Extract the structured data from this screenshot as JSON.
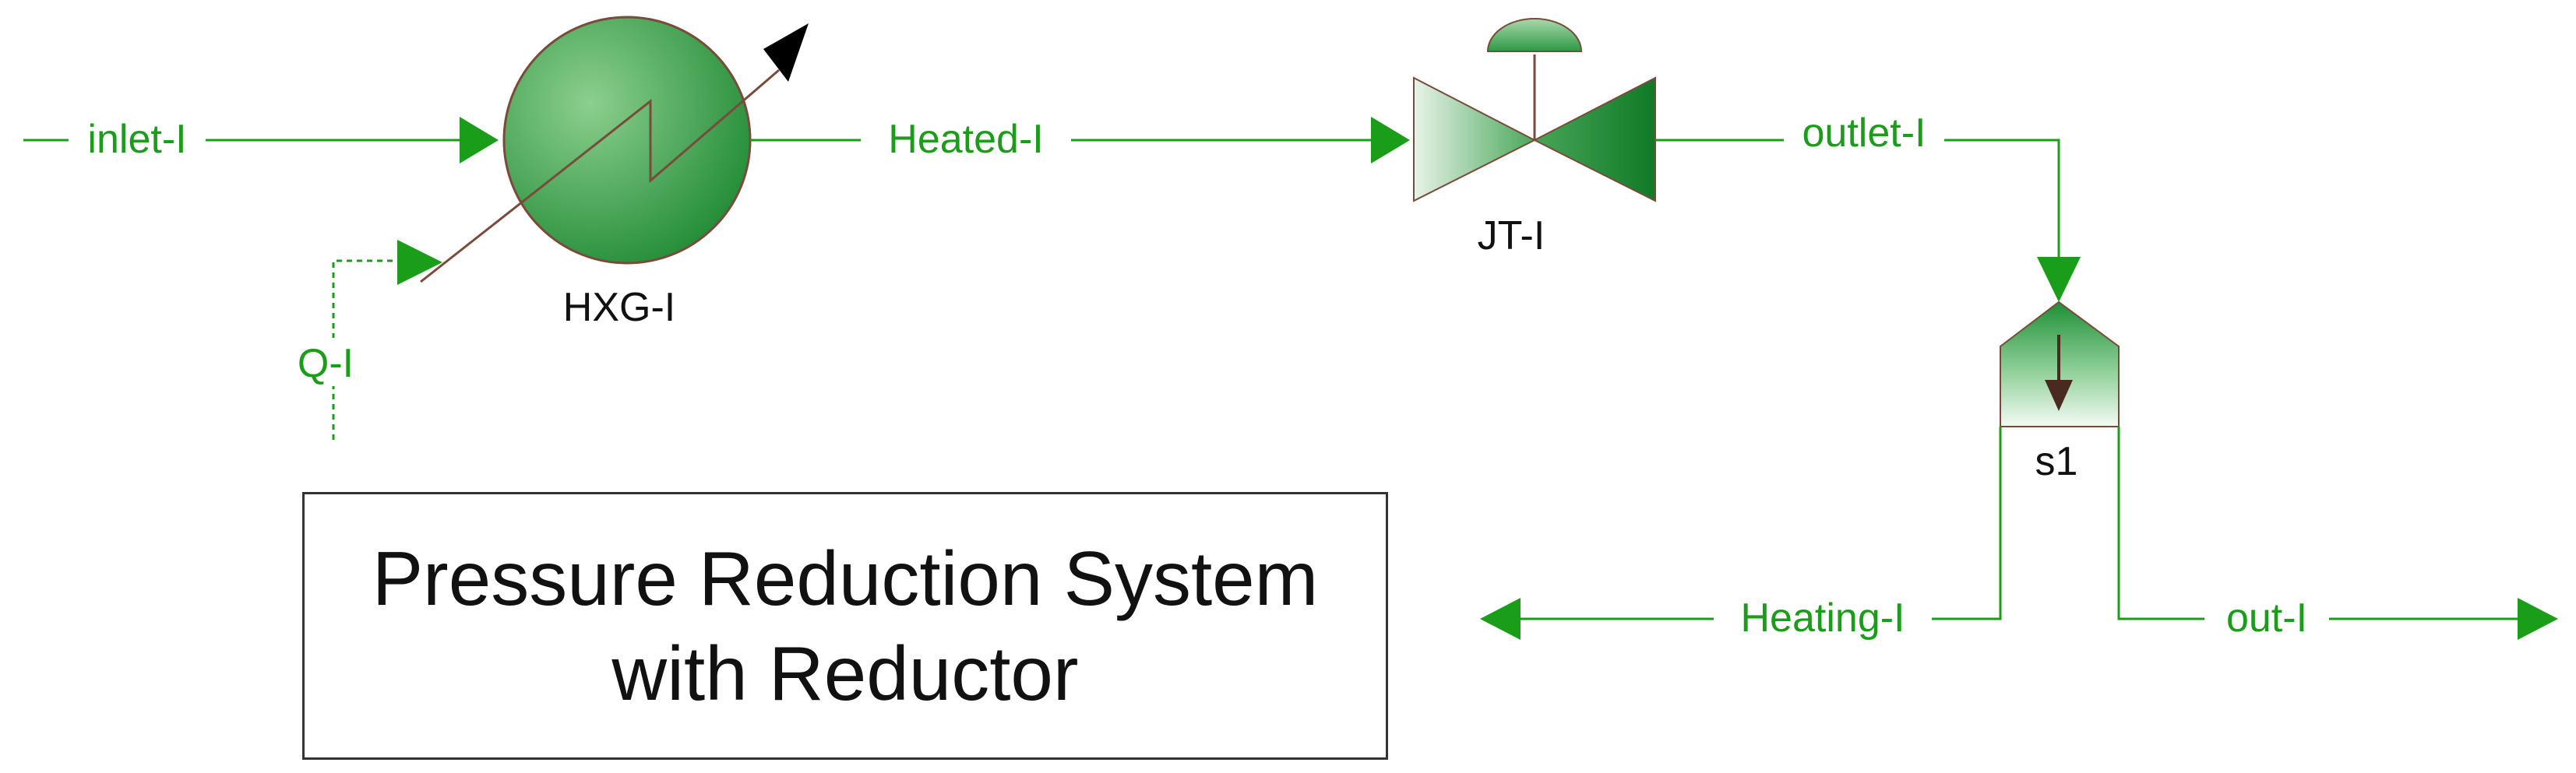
{
  "colors": {
    "stream": "#1a9e1a",
    "equipment_dark": "#1e8a2e",
    "equipment_light": "#c9e4cc",
    "outline": "#7a4a3a",
    "label": "#111111",
    "title_border": "#333333"
  },
  "streams": {
    "inlet": "inlet-I",
    "heated": "Heated-I",
    "outlet": "outlet-I",
    "heating": "Heating-I",
    "out": "out-I",
    "energy": "Q-I"
  },
  "units": {
    "heater": "HXG-I",
    "valve": "JT-I",
    "splitter": "s1"
  },
  "title": {
    "line1": "Pressure Reduction System",
    "line2": "with Reductor"
  }
}
